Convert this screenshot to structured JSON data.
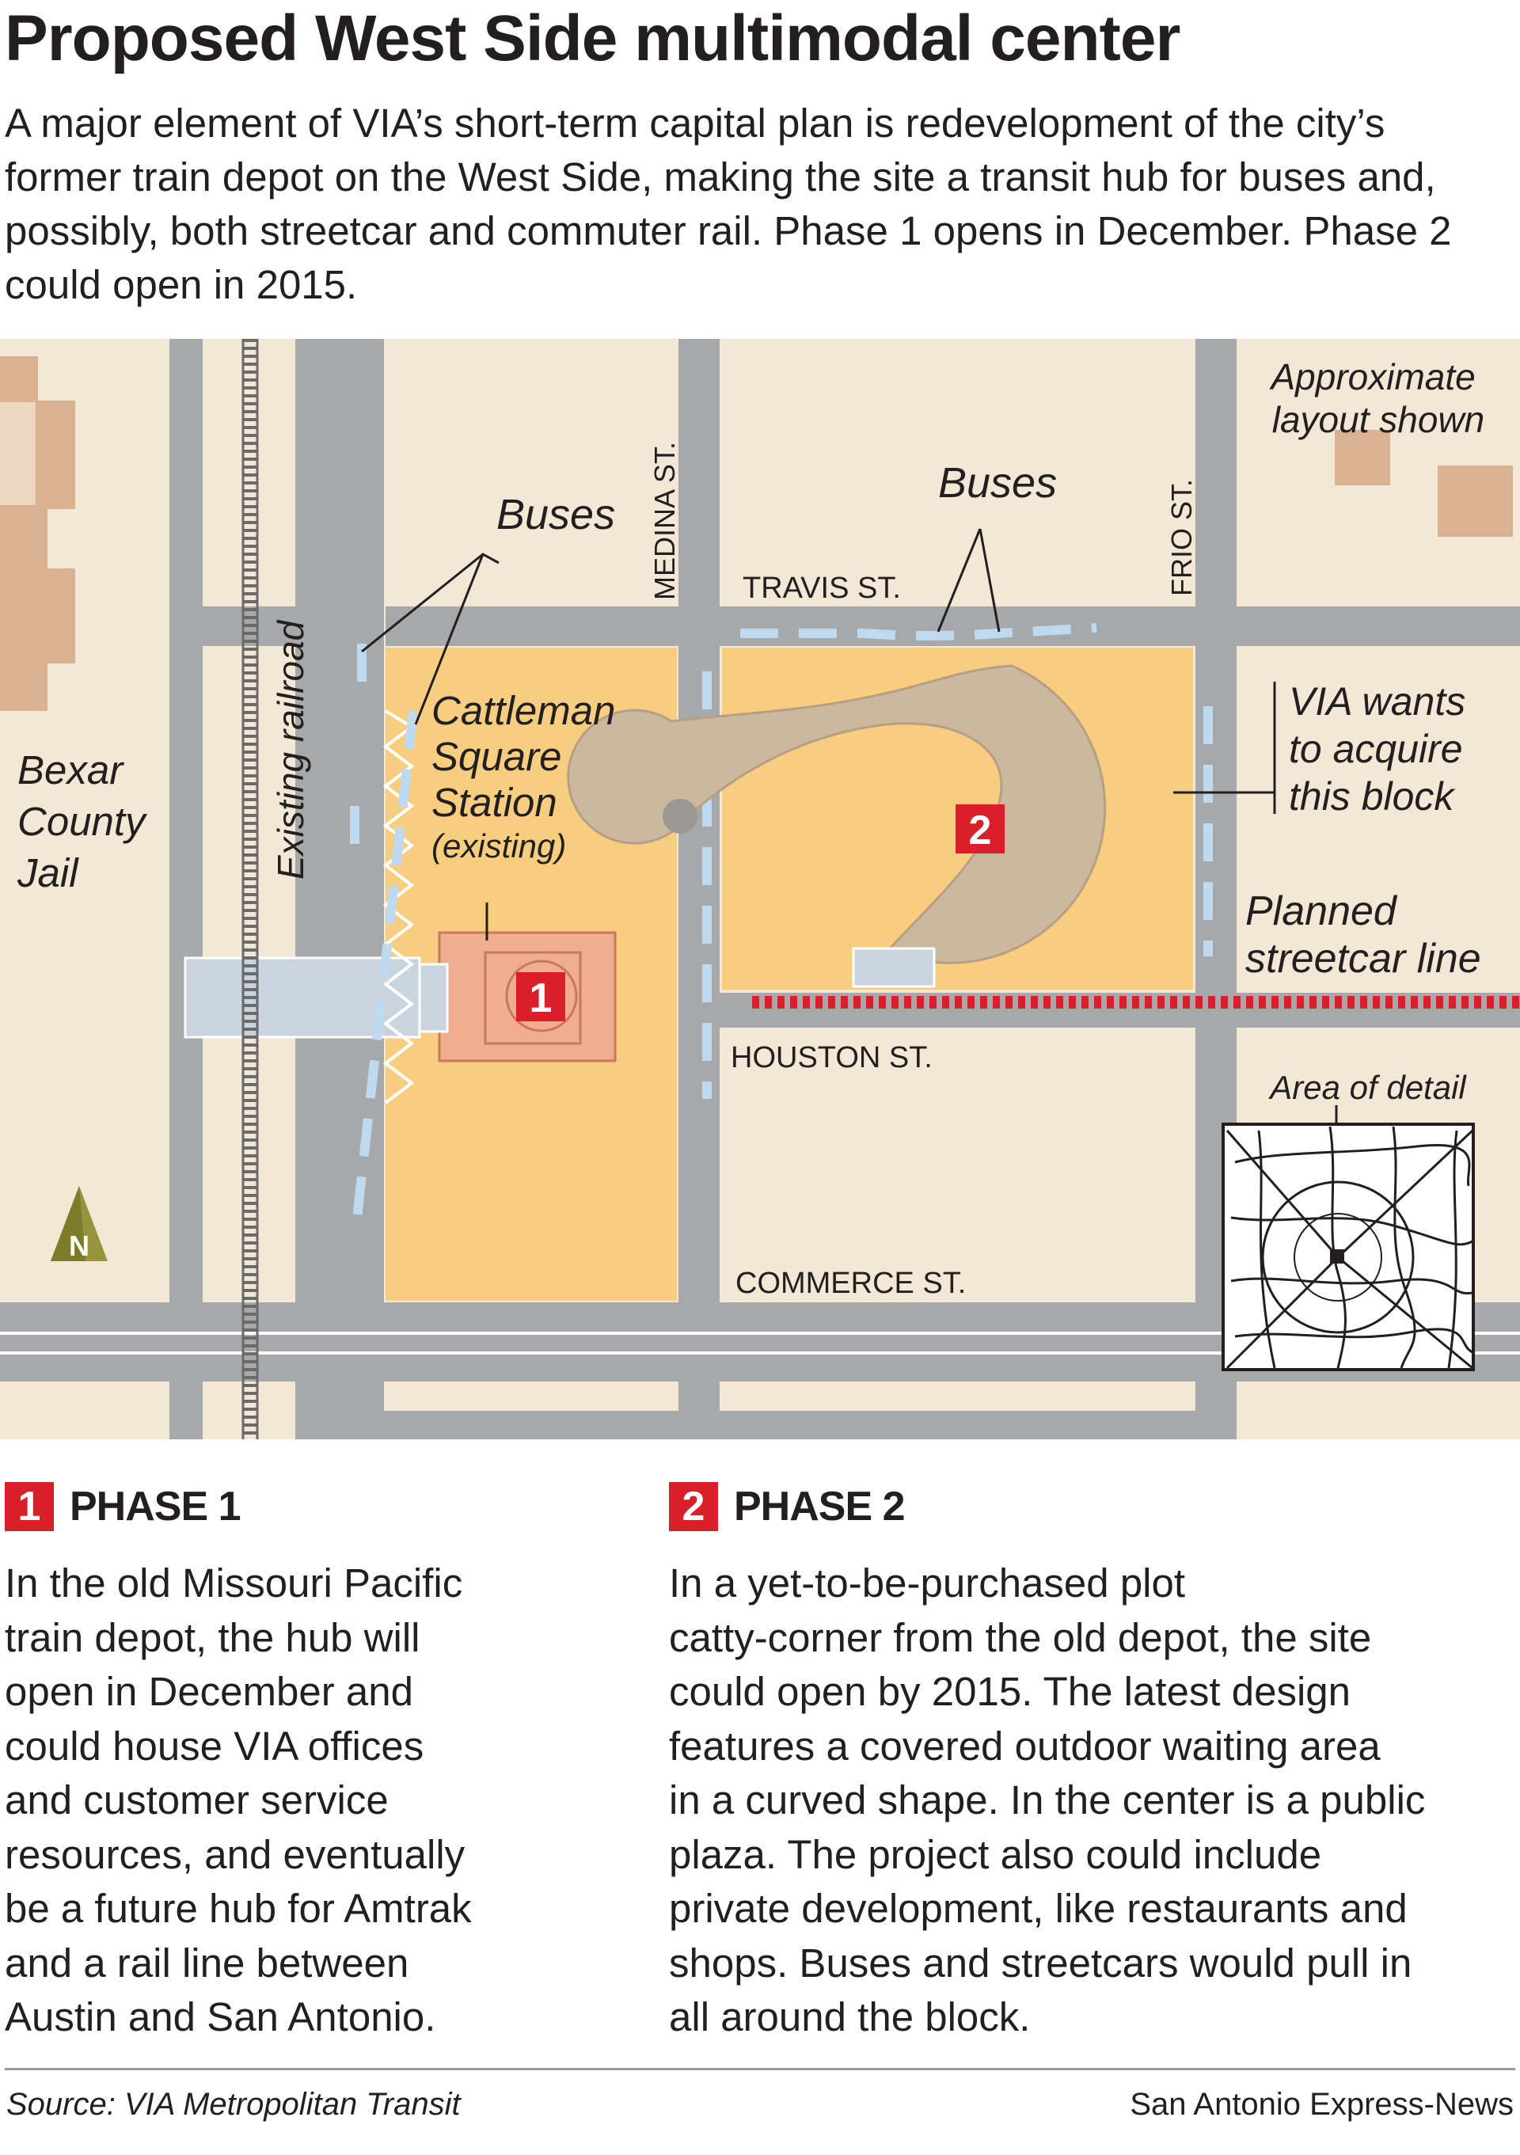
{
  "header": {
    "title": "Proposed West Side multimodal center",
    "intro": "A major element of VIA’s short-term capital plan is redevelopment of the city’s former train depot on the West Side, making the site a transit hub for buses and, possibly, both streetcar and commuter rail.  Phase 1 opens in December. Phase 2 could open in 2015."
  },
  "map": {
    "approx_line1": "Approximate",
    "approx_line2": "layout shown",
    "buses_left": "Buses",
    "buses_right": "Buses",
    "medina": "MEDINA ST.",
    "frio": "FRIO ST.",
    "travis": "TRAVIS ST.",
    "houston": "HOUSTON ST.",
    "commerce": "COMMERCE ST.",
    "railroad": "Existing railroad",
    "jail_line1": "Bexar",
    "jail_line2": "County",
    "jail_line3": "Jail",
    "station_line1": "Cattleman",
    "station_line2": "Square",
    "station_line3": "Station",
    "station_line4": "(existing)",
    "via_line1": "VIA wants",
    "via_line2": "to acquire",
    "via_line3": "this block",
    "streetcar_line1": "Planned",
    "streetcar_line2": "streetcar line",
    "area_of_detail": "Area of detail",
    "north": "N",
    "marker1": "1",
    "marker2": "2"
  },
  "phases": [
    {
      "number": "1",
      "title": "PHASE 1",
      "lines": [
        "In the old Missouri Pacific",
        "train depot, the hub will",
        "open in December and",
        "could house VIA offices",
        "and customer service",
        "resources, and eventually",
        "be a future hub for Amtrak",
        "and a rail line between",
        "Austin and San Antonio."
      ]
    },
    {
      "number": "2",
      "title": "PHASE 2",
      "lines": [
        "In a yet-to-be-purchased plot",
        "catty-corner from the old depot, the site",
        "could open by 2015. The latest design",
        "features a covered outdoor waiting area",
        "in a curved shape. In the center is a public",
        "plaza. The project also could include",
        "private development, like restaurants and",
        "shops. Buses and streetcars would pull in",
        "all around the block."
      ]
    }
  ],
  "footer": {
    "source": "Source: VIA Metropolitan Transit",
    "credit": "San Antonio Express-News"
  },
  "colors": {
    "background": "#f3e7d5",
    "road": "#a7a8aa",
    "block": "#f7cd80",
    "building": "#d9b292",
    "phase_red": "#d81f2a",
    "bus_lane": "#bfd9ee"
  }
}
